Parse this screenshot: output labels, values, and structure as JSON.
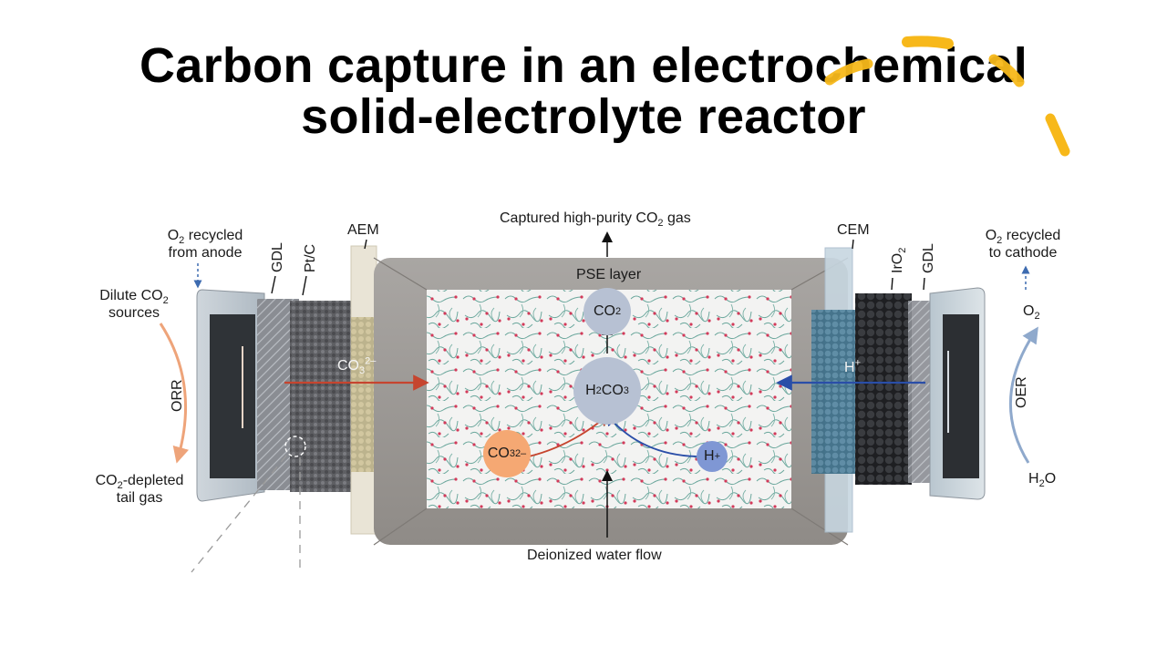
{
  "slide": {
    "title_line1": "Carbon capture in an electrochemical",
    "title_line2": "solid-electrolyte reactor"
  },
  "diagram": {
    "top_output": {
      "text": "Captured high-purity CO",
      "sub": "2",
      "suffix": " gas"
    },
    "pse_layer": "PSE layer",
    "bottom_input": "Deionized water flow",
    "left": {
      "o2_recycled_line1_pre": "O",
      "o2_recycled_line1_sub": "2",
      "o2_recycled_line1_post": " recycled",
      "o2_recycled_line2": "from anode",
      "dilute_line1_pre": "Dilute CO",
      "dilute_line1_sub": "2",
      "dilute_line2": "sources",
      "reaction": "ORR",
      "depleted_line1_pre": "CO",
      "depleted_line1_sub": "2",
      "depleted_line1_post": "-depleted",
      "depleted_line2": "tail gas",
      "layer_gdl": "GDL",
      "layer_catalyst": "Pt/C",
      "membrane": "AEM",
      "ion_pre": "CO",
      "ion_sub": "3",
      "ion_sup": "2–"
    },
    "right": {
      "o2_recycled_line1_pre": "O",
      "o2_recycled_line1_sub": "2",
      "o2_recycled_line1_post": " recycled",
      "o2_recycled_line2": "to cathode",
      "o2_pre": "O",
      "o2_sub": "2",
      "reaction": "OER",
      "water_pre": "H",
      "water_sub": "2",
      "water_post": "O",
      "layer_catalyst_pre": "IrO",
      "layer_catalyst_sub": "2",
      "layer_gdl": "GDL",
      "membrane": "CEM",
      "ion_pre": "H",
      "ion_sup": "+"
    },
    "center": {
      "co2_pre": "CO",
      "co2_sub": "2",
      "h2co3_a": "H",
      "h2co3_b": "2",
      "h2co3_c": "CO",
      "h2co3_d": "3",
      "co3_pre": "CO",
      "co3_sub": "3",
      "co3_sup": "2–",
      "h_pre": "H",
      "h_sup": "+"
    },
    "colors": {
      "orr_arrow": "#eea47a",
      "oer_arrow": "#8fa9cc",
      "carbonate_arrow": "#c6452f",
      "proton_arrow": "#2a4ea8",
      "carbonate_bubble": "#f5a873",
      "proton_bubble": "#7f97d4",
      "neutral_bubble": "#b7c1d3",
      "accent_yellow": "#f7b81a"
    }
  }
}
